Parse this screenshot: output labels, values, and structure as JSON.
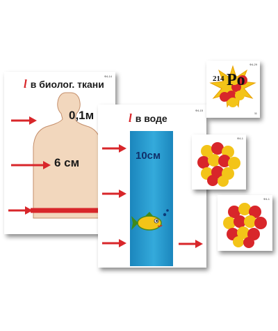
{
  "card_tissue": {
    "code": "Ф4-14",
    "symbol": "l",
    "title": "в биолог. ткани",
    "measure_top": "0,1м",
    "measure_mid": "6 см"
  },
  "card_water": {
    "code": "Ф4-15",
    "symbol": "l",
    "title": "в воде",
    "measure": "10см"
  },
  "card_polonium": {
    "code": "Ф4-29",
    "mass_number": "214",
    "element": "Po",
    "page_number": "11"
  },
  "card_nucleus_1": {
    "code": "Ф4-1"
  },
  "card_nucleus_2": {
    "code": "Ф4-1"
  },
  "colors": {
    "arrow_red": "#d8262a",
    "water_blue": "#1e95c9",
    "skin": "#f2d7bd",
    "nucleon_red": "#d8262a",
    "nucleon_yellow": "#f3c418"
  }
}
